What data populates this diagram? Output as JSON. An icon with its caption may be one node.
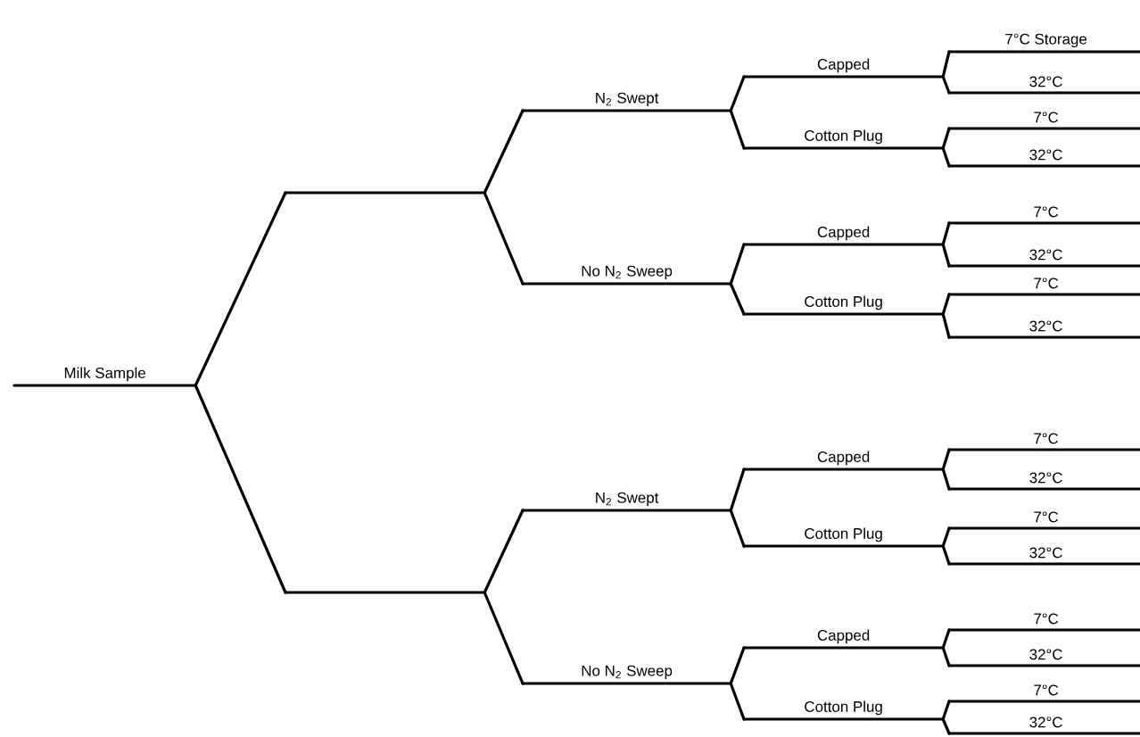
{
  "diagram": {
    "nodes": [
      {
        "text": [
          "Milk Sample"
        ]
      },
      {
        "text": [],
        "shape": "bar"
      },
      {
        "text": [
          "N$_{2}$ Swept"
        ]
      },
      {
        "text": [
          "Capped"
        ]
      },
      {
        "text": [
          "7°C Storage"
        ]
      },
      {
        "text": [
          "32°C"
        ]
      },
      {
        "text": [
          "Cotton Plug"
        ]
      },
      {
        "text": [
          "7°C"
        ]
      },
      {
        "text": [
          "32°C"
        ]
      },
      {
        "text": [
          "No N$_{2}$ Sweep"
        ]
      },
      {
        "text": [
          "Capped"
        ]
      },
      {
        "text": [
          "7°C"
        ]
      },
      {
        "text": [
          "32°C"
        ]
      },
      {
        "text": [
          "Cotton Plug"
        ]
      },
      {
        "text": [
          "7°C"
        ]
      },
      {
        "text": [
          "32°C"
        ]
      },
      {
        "text": [],
        "shape": "bar"
      },
      {
        "text": [
          "N$_{2}$ Swept"
        ]
      },
      {
        "text": [
          "Capped"
        ]
      },
      {
        "text": [
          "7°C"
        ]
      },
      {
        "text": [
          "32°C"
        ]
      },
      {
        "text": [
          "Cotton Plug"
        ]
      },
      {
        "text": [
          "7°C"
        ]
      },
      {
        "text": [
          "32°C"
        ]
      },
      {
        "text": [
          "No N$_{2}$ Sweep"
        ]
      },
      {
        "text": [
          "Capped"
        ]
      },
      {
        "text": [
          "7°C"
        ]
      },
      {
        "text": [
          "32°C"
        ]
      },
      {
        "text": [
          "Cotton Plug"
        ]
      },
      {
        "text": [
          "7°C"
        ]
      },
      {
        "text": [
          "32°C"
        ]
      }
    ],
    "edges": [
      {
        "from": 0,
        "to": 1,
        "arrow": "none"
      },
      {
        "from": 1,
        "to": 2,
        "arrow": "none"
      },
      {
        "from": 2,
        "to": 3,
        "arrow": "none"
      },
      {
        "from": 3,
        "to": 4,
        "arrow": "none"
      },
      {
        "from": 3,
        "to": 5,
        "arrow": "none"
      },
      {
        "from": 2,
        "to": 6,
        "arrow": "none"
      },
      {
        "from": 6,
        "to": 7,
        "arrow": "none"
      },
      {
        "from": 6,
        "to": 8,
        "arrow": "none"
      },
      {
        "from": 1,
        "to": 9,
        "arrow": "none"
      },
      {
        "from": 9,
        "to": 10,
        "arrow": "none"
      },
      {
        "from": 10,
        "to": 11,
        "arrow": "none"
      },
      {
        "from": 10,
        "to": 12,
        "arrow": "none"
      },
      {
        "from": 9,
        "to": 13,
        "arrow": "none"
      },
      {
        "from": 13,
        "to": 14,
        "arrow": "none"
      },
      {
        "from": 13,
        "to": 15,
        "arrow": "none"
      },
      {
        "from": 0,
        "to": 16,
        "arrow": "none"
      },
      {
        "from": 16,
        "to": 17,
        "arrow": "none"
      },
      {
        "from": 17,
        "to": 18,
        "arrow": "none"
      },
      {
        "from": 18,
        "to": 19,
        "arrow": "none"
      },
      {
        "from": 18,
        "to": 20,
        "arrow": "none"
      },
      {
        "from": 17,
        "to": 21,
        "arrow": "none"
      },
      {
        "from": 21,
        "to": 22,
        "arrow": "none"
      },
      {
        "from": 21,
        "to": 23,
        "arrow": "none"
      },
      {
        "from": 16,
        "to": 24,
        "arrow": "none"
      },
      {
        "from": 24,
        "to": 25,
        "arrow": "none"
      },
      {
        "from": 25,
        "to": 26,
        "arrow": "none"
      },
      {
        "from": 25,
        "to": 27,
        "arrow": "none"
      },
      {
        "from": 24,
        "to": 28,
        "arrow": "none"
      },
      {
        "from": 28,
        "to": 29,
        "arrow": "none"
      },
      {
        "from": 28,
        "to": 30,
        "arrow": "none"
      }
    ]
  }
}
